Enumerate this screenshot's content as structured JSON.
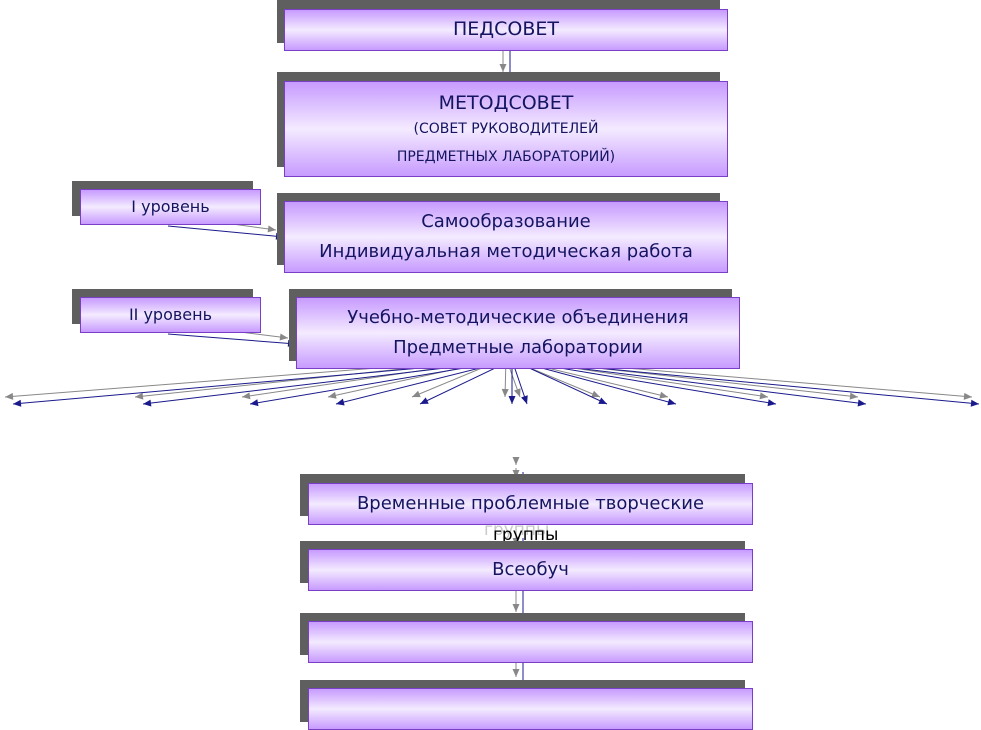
{
  "pedsovet": {
    "title": "ПЕДСОВЕТ"
  },
  "metodsovet": {
    "title": "МЕТОДСОВЕТ",
    "line2": "(СОВЕТ РУКОВОДИТЕЛЕЙ",
    "line3": "ПРЕДМЕТНЫХ ЛАБОРАТОРИЙ)"
  },
  "level1": {
    "label": "I уровень",
    "line1": "Самообразование",
    "line2": "Индивидуальная методическая работа"
  },
  "level2": {
    "label": "II уровень",
    "line1": "Учебно-методические объединения",
    "line2": "Предметные лаборатории"
  },
  "groups": {
    "line1": "Временные проблемные творческие",
    "line2": "группы"
  },
  "vseobuch": {
    "title": "Всеобуч"
  },
  "empty_boxes": [
    "",
    ""
  ],
  "colors": {
    "box_border": "#7a3fc7",
    "box_fill": "#c79bff",
    "shadow": "#5f5f5f",
    "arrow_blue": "#1a1a8c",
    "arrow_gray": "#888888",
    "text": "#141460"
  }
}
